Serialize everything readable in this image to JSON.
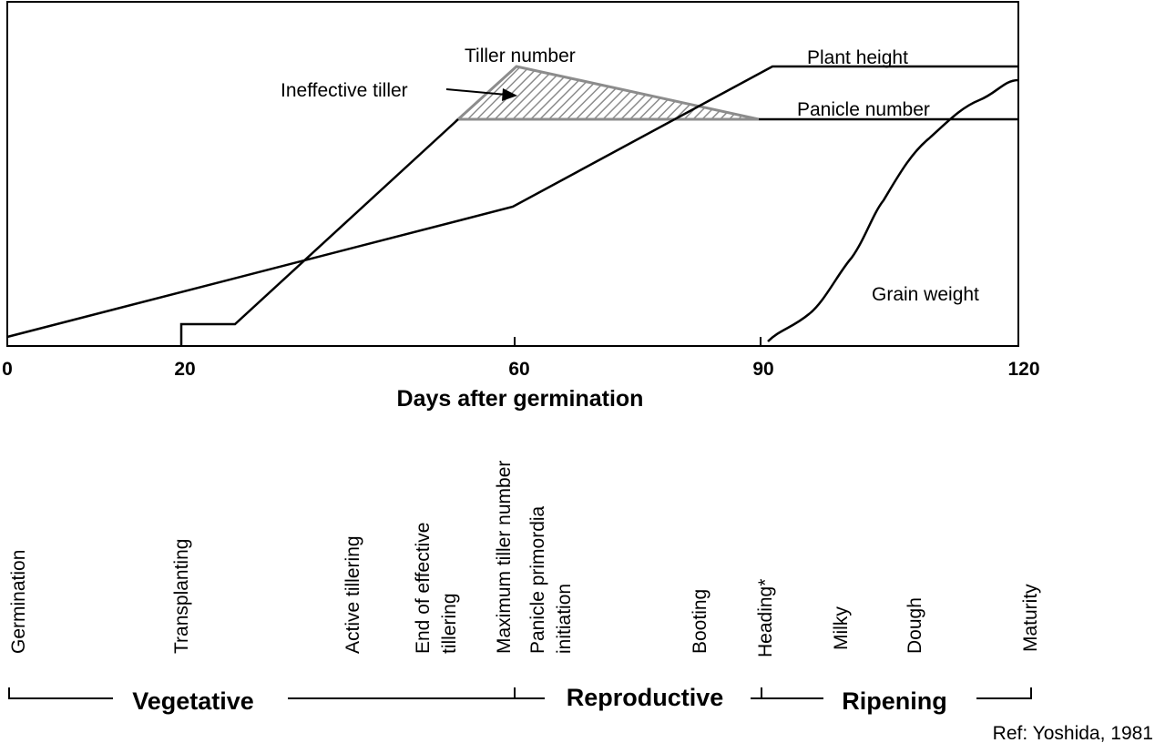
{
  "chart_data": {
    "type": "line",
    "xlabel": "Days after germination",
    "xticks": [
      0,
      20,
      60,
      90,
      120
    ],
    "x_range": [
      0,
      120
    ],
    "y_scale": "relative (no numeric axis)",
    "series": [
      {
        "name": "Tiller number",
        "x": [
          0,
          20,
          20,
          27,
          55,
          61,
          90,
          120
        ],
        "y": [
          0,
          0,
          0.04,
          0.04,
          0.7,
          0.86,
          0.7,
          0.7
        ]
      },
      {
        "name": "Plant height",
        "x": [
          0,
          61,
          91,
          120
        ],
        "y": [
          0.02,
          0.42,
          0.86,
          0.86
        ]
      },
      {
        "name": "Panicle number",
        "x": [
          55,
          90,
          120
        ],
        "y": [
          0.7,
          0.7,
          0.7
        ]
      },
      {
        "name": "Grain weight",
        "x": [
          91,
          95,
          100,
          105,
          110,
          115,
          120
        ],
        "y": [
          0.02,
          0.08,
          0.25,
          0.45,
          0.6,
          0.72,
          0.78
        ]
      }
    ],
    "annotations": [
      "Ineffective tiller"
    ]
  },
  "stages": [
    "Germination",
    "Transplanting",
    "Active tillering",
    "End of effective tillering",
    "Maximum tiller number",
    "Panicle primordia initiation",
    "Booting",
    "Heading*",
    "Milky",
    "Dough",
    "Maturity"
  ],
  "phases": [
    "Vegetative",
    "Reproductive",
    "Ripening"
  ],
  "reference": "Ref: Yoshida, 1981",
  "colors": {
    "line": "#000000",
    "shading": "#8c8c8c"
  }
}
